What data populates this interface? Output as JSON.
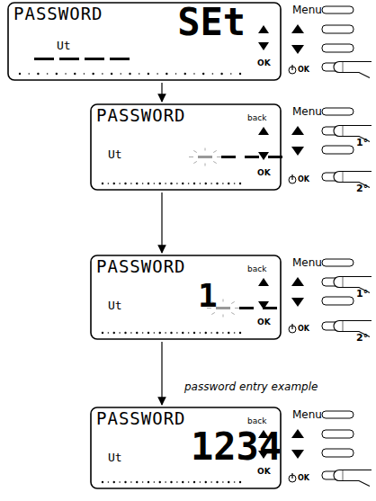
{
  "diagram": {
    "nodes": [
      {
        "text": [
          "PASSWORD",
          "Ut",
          "SEt",
          "OK",
          "Menu",
          "OK"
        ]
      },
      {
        "text": [
          "PASSWORD",
          "Ut",
          "back",
          "OK",
          "Menu",
          "OK"
        ]
      },
      {
        "text": [
          "PASSWORD",
          "Ut",
          "1",
          "back",
          "OK",
          "Menu",
          "OK"
        ]
      },
      {
        "text": [
          "PASSWORD",
          "Ut",
          "1234",
          "back",
          "OK",
          "Menu",
          "OK"
        ]
      }
    ],
    "edges": [
      {
        "from": 0,
        "to": 1,
        "arrow": "to"
      },
      {
        "from": 1,
        "to": 2,
        "arrow": "to"
      },
      {
        "from": 2,
        "to": 3,
        "arrow": "to"
      }
    ],
    "labels": [
      "1°",
      "2°",
      "1°",
      "2°",
      "password entry example"
    ]
  }
}
